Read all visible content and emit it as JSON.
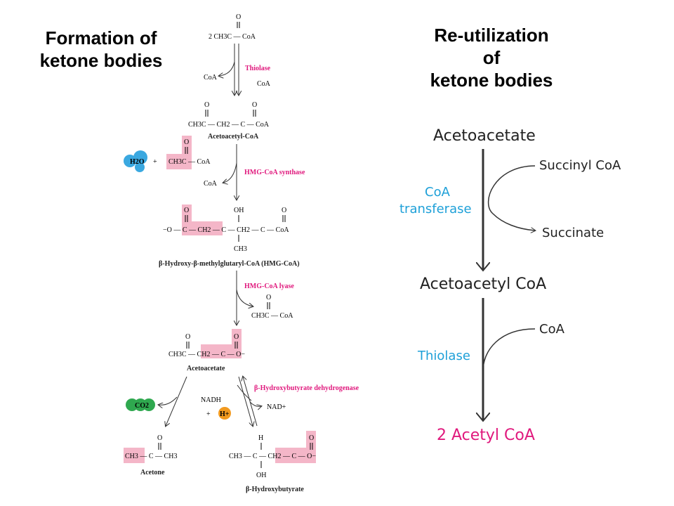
{
  "titles": {
    "left": "Formation of ketone bodies",
    "right_line1": "Re-utilization",
    "right_line2": "of",
    "right_line3": "ketone bodies"
  },
  "colors": {
    "enzyme_left": "#e0197d",
    "highlight": "#f4b6c8",
    "enzyme_right": "#1ea0d8",
    "product_right": "#e0197d",
    "water": "#3aa8e0",
    "co2": "#2fa84f",
    "proton": "#f29a1f"
  },
  "left_pathway": {
    "step1": {
      "reactant": "2 CH3C — CoA",
      "enzyme": "Thiolase",
      "released_coa": "CoA",
      "second_coa": "CoA"
    },
    "acetoacetyl_coa": {
      "formula": "CH3C — CH2 — C — CoA",
      "name": "Acetoacetyl-CoA"
    },
    "step2": {
      "water": "H2O",
      "plus": "+",
      "added_group": "CH3C — CoA",
      "enzyme": "HMG-CoA synthase",
      "released_coa": "CoA"
    },
    "hmg_coa": {
      "oh": "OH",
      "formula": "−O — C — CH2 — C — CH2 — C — CoA",
      "ch3": "CH3",
      "name": "β-Hydroxy-β-methylglutaryl-CoA (HMG-CoA)"
    },
    "step3": {
      "enzyme": "HMG-CoA lyase",
      "product": "CH3C — CoA"
    },
    "acetoacetate": {
      "formula": "CH3C — CH2 — C — O−",
      "name": "Acetoacetate"
    },
    "step4": {
      "co2": "CO2",
      "enzyme": "β-Hydroxybutyrate dehydrogenase",
      "nadh": "NADH",
      "plus": "+",
      "proton": "H+",
      "nad": "NAD+"
    },
    "acetone": {
      "formula": "CH3 — C — CH3",
      "name": "Acetone"
    },
    "hydroxybutyrate": {
      "h": "H",
      "formula": "CH3 — C — CH2 — C — O−",
      "oh": "OH",
      "name": "β-Hydroxybutyrate"
    }
  },
  "right_pathway": {
    "acetoacetate": "Acetoacetate",
    "succinyl_coa": "Succinyl CoA",
    "enzyme1_line1": "CoA",
    "enzyme1_line2": "transferase",
    "succinate": "Succinate",
    "acetoacetyl_coa": "Acetoacetyl CoA",
    "coa_in": "CoA",
    "enzyme2": "Thiolase",
    "product": "2 Acetyl CoA"
  }
}
